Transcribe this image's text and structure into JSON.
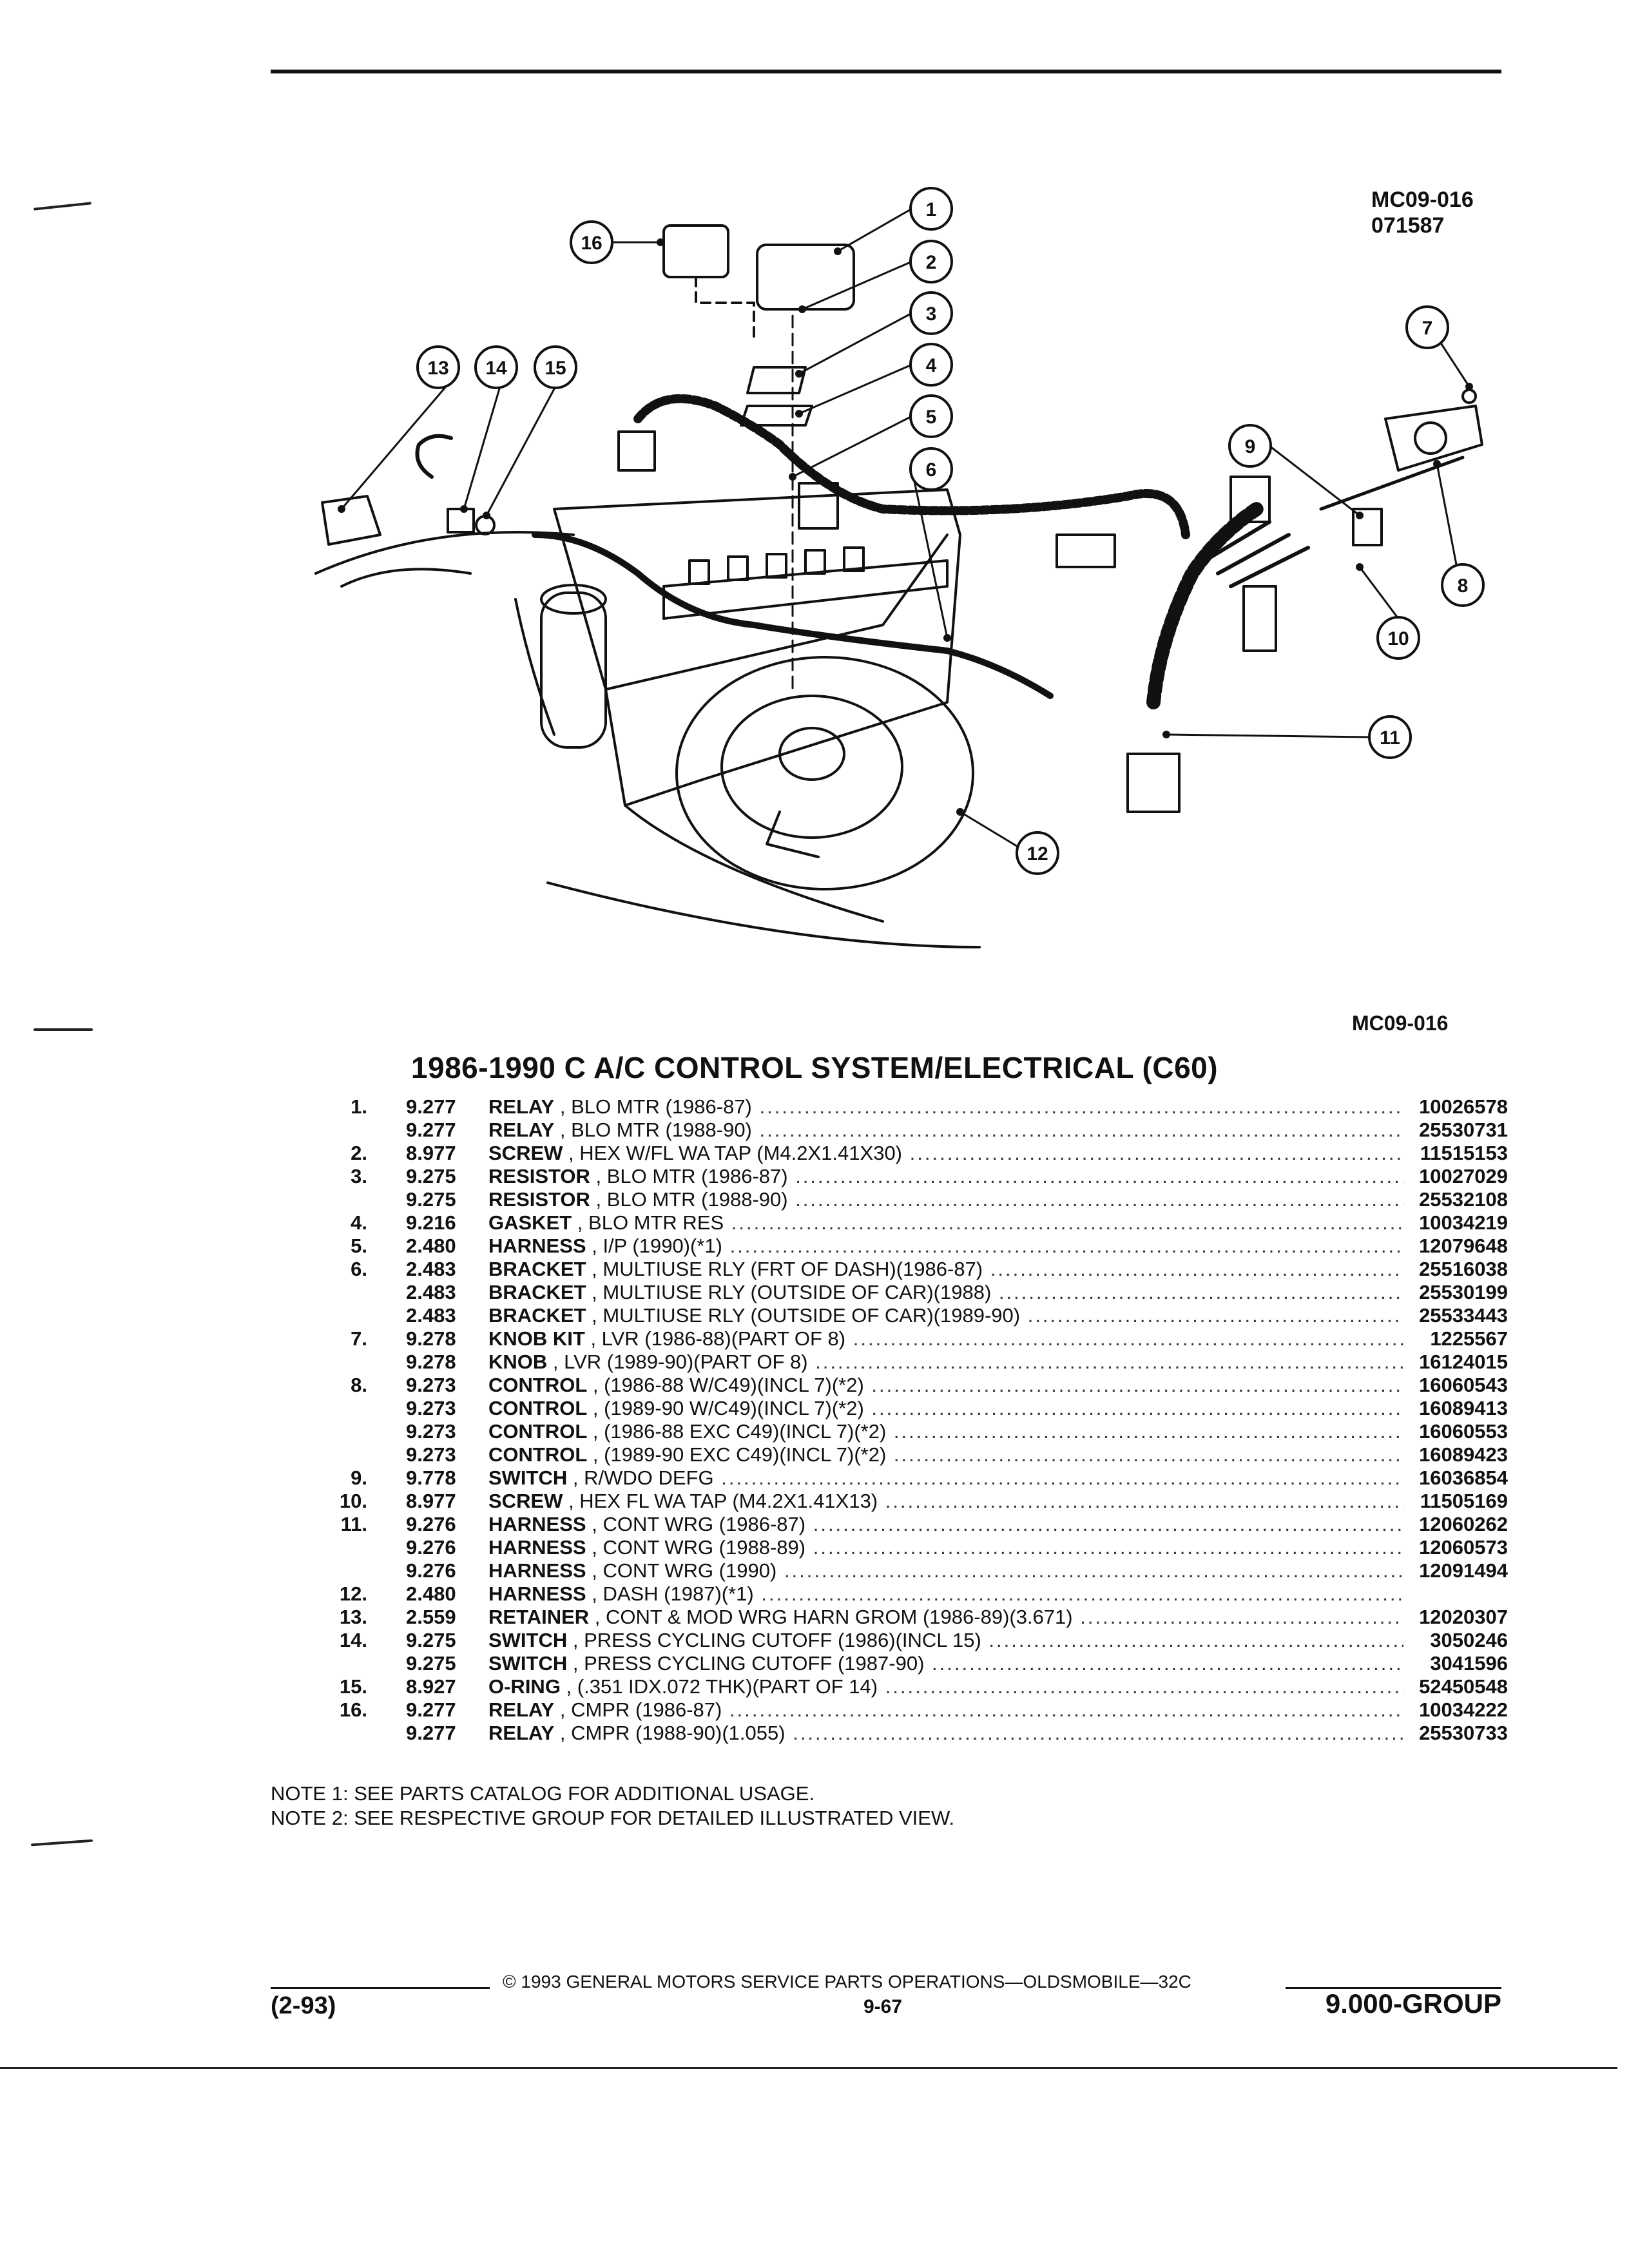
{
  "figure": {
    "id": "MC09-016",
    "date_code": "071587",
    "caption_code": "MC09-016",
    "callouts": [
      "1",
      "2",
      "3",
      "4",
      "5",
      "6",
      "7",
      "8",
      "9",
      "10",
      "11",
      "12",
      "13",
      "14",
      "15",
      "16"
    ]
  },
  "section_title": "1986-1990 C A/C CONTROL SYSTEM/ELECTRICAL (C60)",
  "parts": [
    {
      "num": "1.",
      "group": "9.277",
      "name": "RELAY",
      "detail": "BLO MTR (1986-87)",
      "part_no": "10026578"
    },
    {
      "num": "",
      "group": "9.277",
      "name": "RELAY",
      "detail": "BLO MTR (1988-90)",
      "part_no": "25530731"
    },
    {
      "num": "2.",
      "group": "8.977",
      "name": "SCREW",
      "detail": "HEX W/FL WA TAP (M4.2X1.41X30)",
      "part_no": "11515153"
    },
    {
      "num": "3.",
      "group": "9.275",
      "name": "RESISTOR",
      "detail": "BLO MTR (1986-87)",
      "part_no": "10027029"
    },
    {
      "num": "",
      "group": "9.275",
      "name": "RESISTOR",
      "detail": "BLO MTR (1988-90)",
      "part_no": "25532108"
    },
    {
      "num": "4.",
      "group": "9.216",
      "name": "GASKET",
      "detail": "BLO MTR RES",
      "part_no": "10034219"
    },
    {
      "num": "5.",
      "group": "2.480",
      "name": "HARNESS",
      "detail": "I/P (1990)(*1)",
      "part_no": "12079648"
    },
    {
      "num": "6.",
      "group": "2.483",
      "name": "BRACKET",
      "detail": "MULTIUSE RLY (FRT OF DASH)(1986-87)",
      "part_no": "25516038"
    },
    {
      "num": "",
      "group": "2.483",
      "name": "BRACKET",
      "detail": "MULTIUSE RLY (OUTSIDE OF CAR)(1988)",
      "part_no": "25530199"
    },
    {
      "num": "",
      "group": "2.483",
      "name": "BRACKET",
      "detail": "MULTIUSE RLY (OUTSIDE OF CAR)(1989-90)",
      "part_no": "25533443"
    },
    {
      "num": "7.",
      "group": "9.278",
      "name": "KNOB KIT",
      "detail": "LVR (1986-88)(PART OF 8)",
      "part_no": "1225567"
    },
    {
      "num": "",
      "group": "9.278",
      "name": "KNOB",
      "detail": "LVR (1989-90)(PART OF 8)",
      "part_no": "16124015"
    },
    {
      "num": "8.",
      "group": "9.273",
      "name": "CONTROL",
      "detail": "(1986-88 W/C49)(INCL 7)(*2)",
      "part_no": "16060543"
    },
    {
      "num": "",
      "group": "9.273",
      "name": "CONTROL",
      "detail": "(1989-90 W/C49)(INCL 7)(*2)",
      "part_no": "16089413"
    },
    {
      "num": "",
      "group": "9.273",
      "name": "CONTROL",
      "detail": "(1986-88 EXC C49)(INCL 7)(*2)",
      "part_no": "16060553"
    },
    {
      "num": "",
      "group": "9.273",
      "name": "CONTROL",
      "detail": "(1989-90 EXC C49)(INCL 7)(*2)",
      "part_no": "16089423"
    },
    {
      "num": "9.",
      "group": "9.778",
      "name": "SWITCH",
      "detail": "R/WDO DEFG",
      "part_no": "16036854"
    },
    {
      "num": "10.",
      "group": "8.977",
      "name": "SCREW",
      "detail": "HEX FL WA TAP (M4.2X1.41X13)",
      "part_no": "11505169"
    },
    {
      "num": "11.",
      "group": "9.276",
      "name": "HARNESS",
      "detail": "CONT WRG (1986-87)",
      "part_no": "12060262"
    },
    {
      "num": "",
      "group": "9.276",
      "name": "HARNESS",
      "detail": "CONT WRG (1988-89)",
      "part_no": "12060573"
    },
    {
      "num": "",
      "group": "9.276",
      "name": "HARNESS",
      "detail": "CONT WRG (1990)",
      "part_no": "12091494"
    },
    {
      "num": "12.",
      "group": "2.480",
      "name": "HARNESS",
      "detail": "DASH (1987)(*1)",
      "part_no": ""
    },
    {
      "num": "13.",
      "group": "2.559",
      "name": "RETAINER",
      "detail": "CONT & MOD WRG HARN GROM (1986-89)(3.671)",
      "part_no": "12020307"
    },
    {
      "num": "14.",
      "group": "9.275",
      "name": "SWITCH",
      "detail": "PRESS CYCLING CUTOFF (1986)(INCL 15)",
      "part_no": "3050246"
    },
    {
      "num": "",
      "group": "9.275",
      "name": "SWITCH",
      "detail": "PRESS CYCLING CUTOFF (1987-90)",
      "part_no": "3041596"
    },
    {
      "num": "15.",
      "group": "8.927",
      "name": "O-RING",
      "detail": "(.351 IDX.072 THK)(PART OF 14)",
      "part_no": "52450548"
    },
    {
      "num": "16.",
      "group": "9.277",
      "name": "RELAY",
      "detail": "CMPR (1986-87)",
      "part_no": "10034222"
    },
    {
      "num": "",
      "group": "9.277",
      "name": "RELAY",
      "detail": "CMPR (1988-90)(1.055)",
      "part_no": "25530733"
    }
  ],
  "notes": [
    "NOTE  1:  SEE PARTS CATALOG FOR ADDITIONAL USAGE.",
    "NOTE  2:  SEE RESPECTIVE GROUP FOR DETAILED ILLUSTRATED VIEW."
  ],
  "footer": {
    "copyright": "©  1993  GENERAL MOTORS SERVICE PARTS OPERATIONS—OLDSMOBILE—32C",
    "date": "(2-93)",
    "page": "9-67",
    "group": "9.000-GROUP"
  }
}
